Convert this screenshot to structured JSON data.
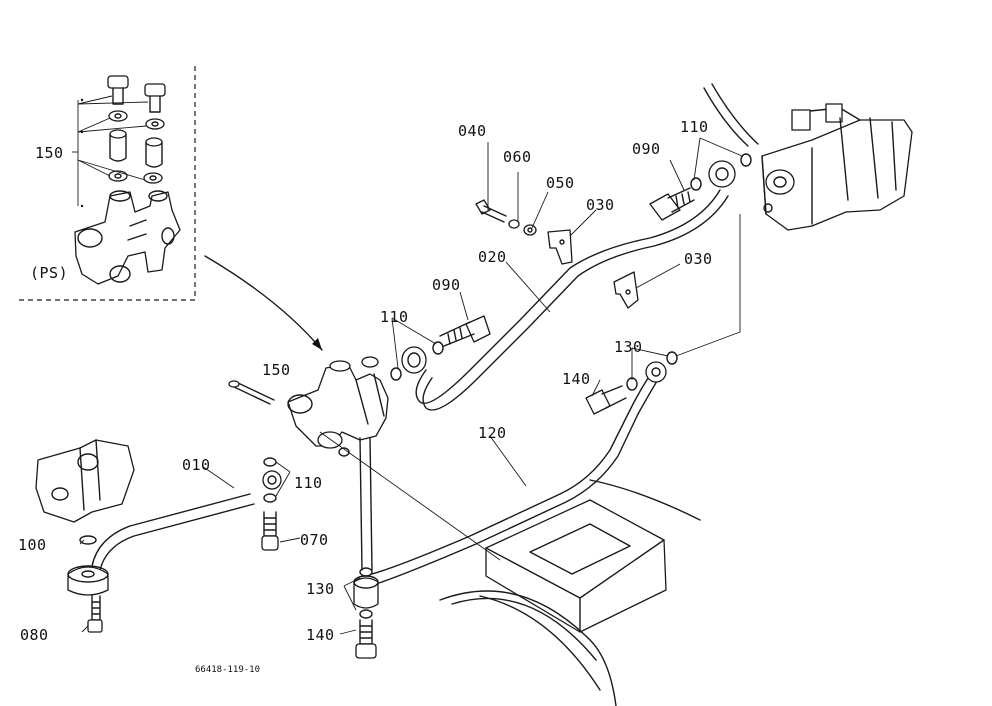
{
  "labels": {
    "p040": "040",
    "p060": "060",
    "p050": "050",
    "p030a": "030",
    "p030b": "030",
    "p090a": "090",
    "p090b": "090",
    "p110a": "110",
    "p110b": "110",
    "p110c": "110",
    "p020": "020",
    "p150inset": "150",
    "p150main": "150",
    "ps": "(PS)",
    "p010": "010",
    "p100": "100",
    "p070": "070",
    "p080": "080",
    "p130a": "130",
    "p130b": "130",
    "p140a": "140",
    "p140b": "140",
    "p120": "120"
  },
  "drawing_code": "66418-119-10"
}
